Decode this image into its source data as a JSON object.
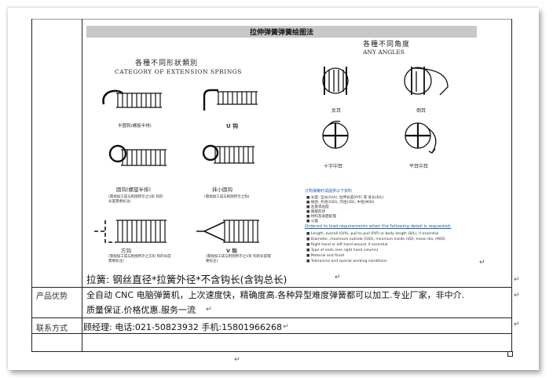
{
  "figure": {
    "title": "拉伸弹簧弹簧绘图法",
    "category_cn": "各種不同形狀類別",
    "category_en": "CATEGORY OF EXTENSION SPRINGS",
    "angles_cn": "各種不同角度",
    "angles_en": "ANY ANGLES",
    "shapes": [
      {
        "label": "半圆钩(螺旋半排)",
        "note": ""
      },
      {
        "label": "U 钩",
        "note": ""
      },
      {
        "label": "圆钩(螺旋半排)",
        "note": "(需规加工成与附图所示之U形 钩的长度需要标注)"
      },
      {
        "label": "抹小圆钩",
        "note": "(需规加工成与附图所示之钩)"
      },
      {
        "label": "方钩",
        "note": "(需规加工成与附图所示之方形 钩的长度需要标注)"
      },
      {
        "label": "V 钩",
        "note": "(需规加工成与附图所示之V形 钩的长度需要标注)"
      }
    ],
    "angles": [
      {
        "label": "反耳"
      },
      {
        "label": "倒耳"
      },
      {
        "label": "十字中耳"
      },
      {
        "label": "平耳中耳"
      }
    ],
    "spec_title_cn": "订购弹簧时请提供以下资料",
    "spec_list_cn": [
      "■ 长度: 全长(O/A), 拉伸长度(P/P) 或 身长(B/L)",
      "■ 线径: 外径(O/D), 内径(I/D), 中径(M/D)",
      "■ 左旋或右旋",
      "■ 端部形状",
      "■ 材料及表面处理",
      "■ 公差"
    ],
    "spec_title_en": "Ordered to load requirements when the following detail is requested:",
    "spec_list_en": [
      "■ Length, overall (O/A), pull to pull (P/P) or body length (B/L), if essential",
      "■ Diameter, maximum outside (O/D), minimum inside (I/D), mean dia. (M/D)",
      "■ Right hand or left hand wound, if essential",
      "■ Type of ends (see right hand column)",
      "■ Material and finish",
      "■ Tolerances and special working conditions"
    ]
  },
  "caption": "拉簧:   钢丝直径*拉簧外径*不含钩长(含钩总长)",
  "rows": [
    {
      "label": "产品优势",
      "text_line1": "全自动 CNC 电脑弹簧机，上次速度快，精确度高.各种异型难度弹簧都可以加工.专业厂家，非中介.",
      "text_line2": "质量保证.价格优惠.服务一流"
    },
    {
      "label": "联系方式",
      "text": "顾经理: 电话:021-50823932    手机:15801966268"
    }
  ],
  "marks": {
    "para": "↵"
  }
}
